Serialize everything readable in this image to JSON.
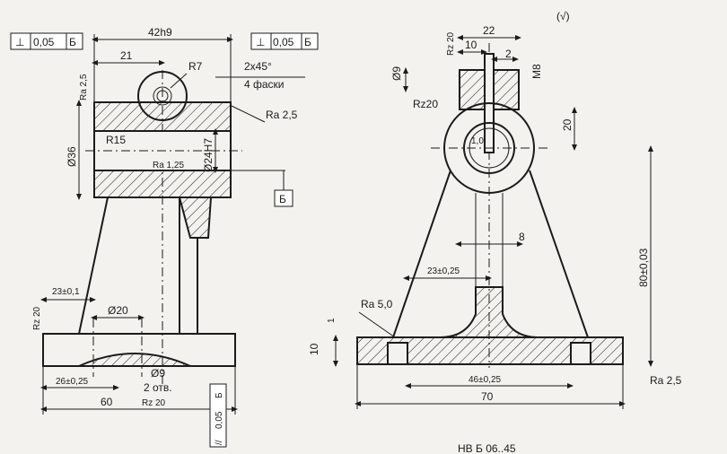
{
  "left_view": {
    "tolerance_left": {
      "symbol": "⊥",
      "value": "0,05",
      "datum": "Б"
    },
    "tolerance_right": {
      "symbol": "⊥",
      "value": "0,05",
      "datum": "Б"
    },
    "dim_top_width": "42h9",
    "dim_21": "21",
    "roughness_ra25_top": "Ra 2,5",
    "dim_r7": "R7",
    "chamfer": "2х45°",
    "chamfer_note": "4 фаски",
    "roughness_ra25_right": "Ra 2,5",
    "dim_r15": "R15",
    "dim_d36": "Ø36",
    "dim_d24h7": "Ø24H7",
    "roughness_ra125": "Ra 1,25",
    "datum_b": "Б",
    "roughness_rz20_left": "Rz 20",
    "dim_23": "23±0,1",
    "dim_d20": "Ø20",
    "dim_d9": "Ø9",
    "holes_note": "2 отв.",
    "dim_26": "26±0,25",
    "dim_60": "60",
    "roughness_rz20_bottom": "Rz 20",
    "parallel_tol": {
      "symbol": "//",
      "value": "0,05",
      "datum": "Б"
    }
  },
  "right_view": {
    "roughness_rz20_top": "Rz 20",
    "dim_22": "22",
    "dim_10": "10",
    "dim_2": "2",
    "general_roughness": "(√)",
    "dim_d9": "Ø9",
    "dim_m8": "M8",
    "roughness_rz20": "Rz20",
    "dim_20": "20",
    "dim_1_0": "1,0",
    "dim_8": "8",
    "dim_80": "80±0,03",
    "dim_23": "23±0,25",
    "roughness_ra50": "Ra 5,0",
    "dim_1": "1",
    "dim_46": "46±0,25",
    "dim_70": "70",
    "roughness_ra25": "Ra 2,5"
  },
  "bottom_caption": "НВ Б 06..45"
}
